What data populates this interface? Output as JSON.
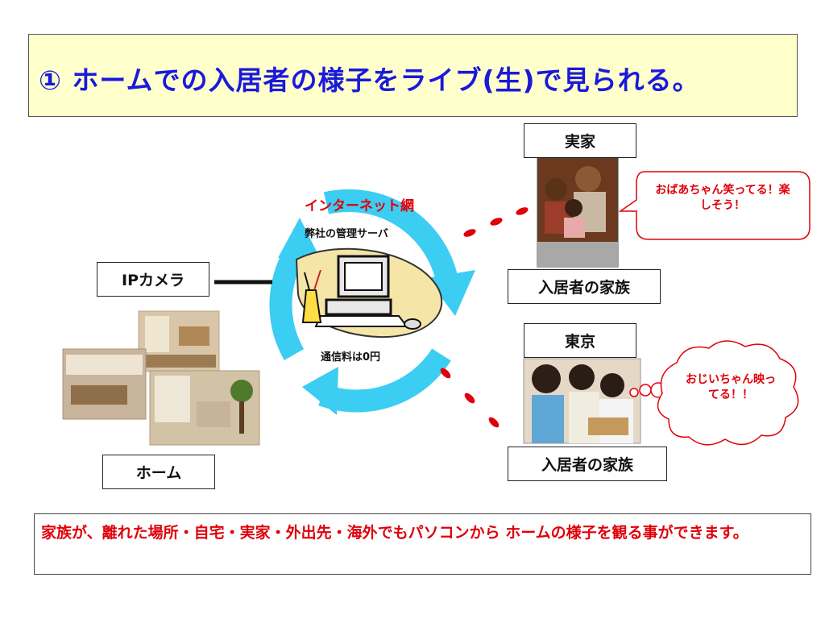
{
  "title": "① ホームでの入居者の様子をライブ(生)で見られる。",
  "internet": {
    "title": "インターネット網",
    "server": "弊社の管理サーバ",
    "fee": "通信料は0円"
  },
  "camera_label": "IPカメラ",
  "home_label": "ホーム",
  "family_top": {
    "place": "実家",
    "family_label": "入居者の家族",
    "speech": "おばあちゃん笑ってる！楽しそう！"
  },
  "family_bottom": {
    "place": "東京",
    "family_label": "入居者の家族",
    "thought": "おじいちゃん映ってる！！"
  },
  "footer": "家族が、離れた場所・自宅・実家・外出先・海外でもパソコンから ホームの様子を観る事ができます。",
  "colors": {
    "title_bg": "#ffffcc",
    "title_text": "#1a1adb",
    "arrow": "#3ccdf2",
    "accent_red": "#e0000a"
  }
}
